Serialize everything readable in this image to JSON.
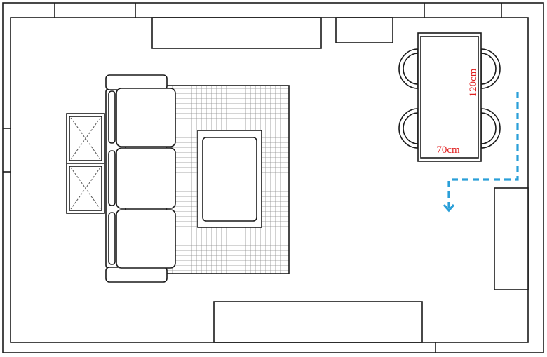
{
  "floor_plan": {
    "table_dimensions": {
      "length_label": "120cm",
      "width_label": "70cm"
    },
    "colors": {
      "walls": "#1a1a1a",
      "dimension_text": "#e02020",
      "walking_path": "#2a9fd8",
      "background": "#ffffff"
    },
    "furniture": {
      "sofa_seats": 3,
      "dining_chairs": 4,
      "side_tables": 2
    }
  }
}
